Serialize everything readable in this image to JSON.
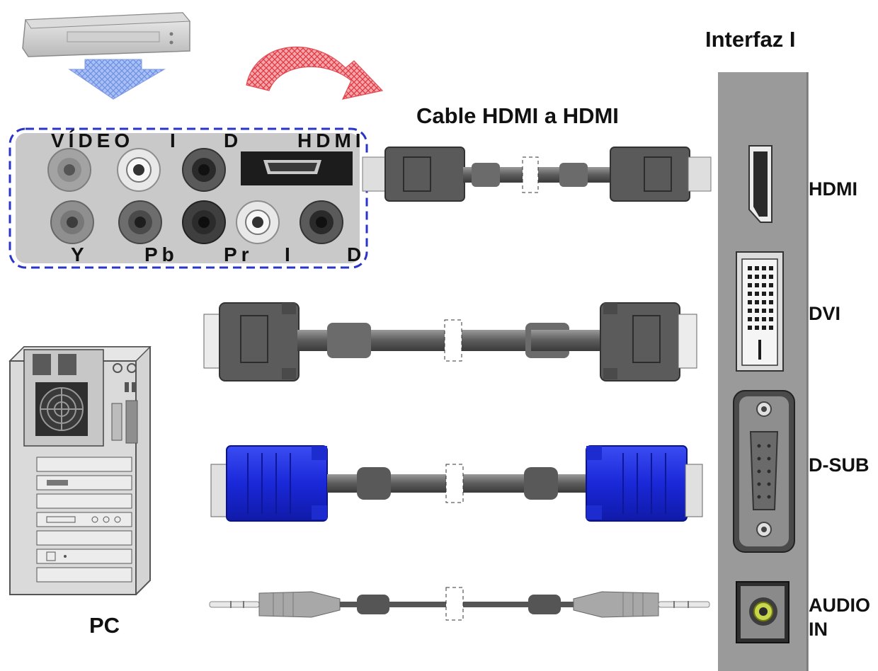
{
  "interface_title": "Interfaz I",
  "cable_title": "Cable HDMI a HDMI",
  "pc_label": "PC",
  "panel_ports": {
    "hdmi": "HDMI",
    "dvi": "DVI",
    "dsub": "D-SUB",
    "audio_line1": "AUDIO",
    "audio_line2": "IN"
  },
  "source_jacks": {
    "top": {
      "video": "VÍDEO",
      "left": "I",
      "right": "D",
      "hdmi": "HDMI"
    },
    "bottom": {
      "y": "Y",
      "pb": "Pb",
      "pr": "Pr",
      "left": "I",
      "right": "D"
    }
  },
  "colors": {
    "panel": "#9a9a9a",
    "jack_box": "#c9c9c9",
    "dashed_border": "#2b34c9",
    "vga_blue": "#1f2fe0",
    "arrow_blue": "#8aa8ee",
    "arrow_red": "#e8434a",
    "cable_grey": "#6d6d6d"
  }
}
